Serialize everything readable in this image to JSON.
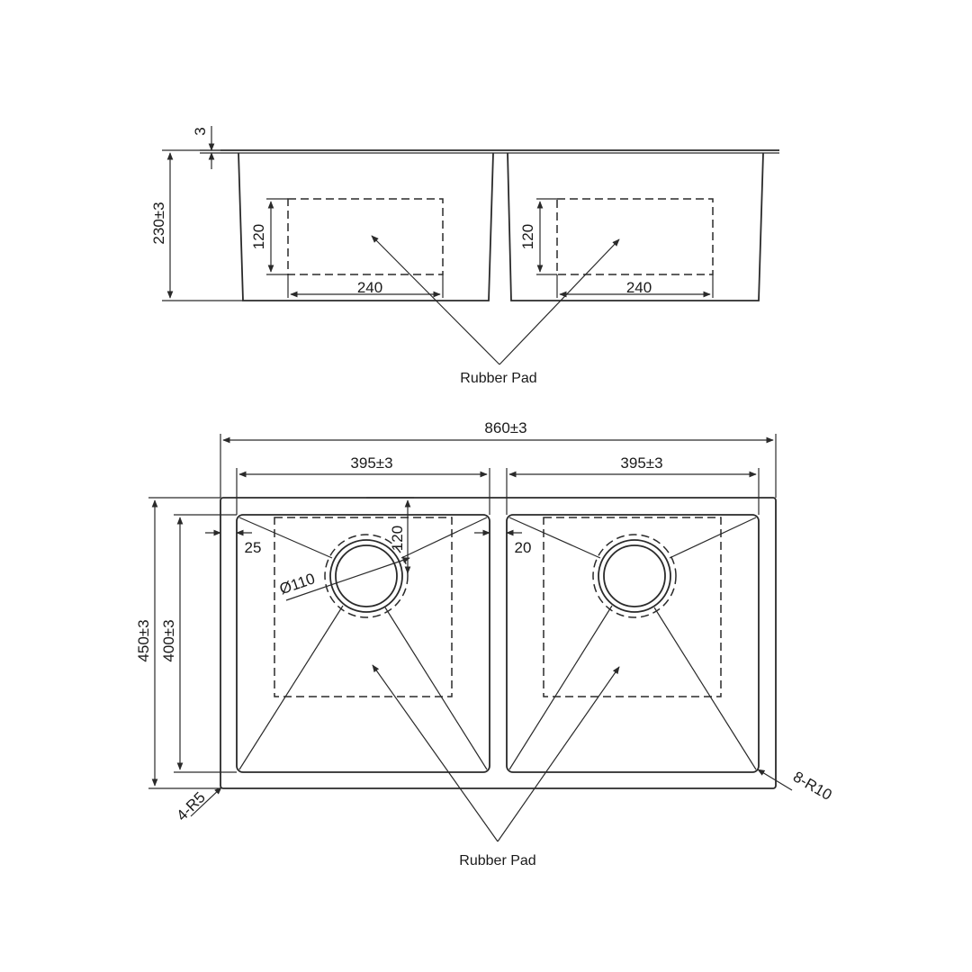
{
  "side_view": {
    "rim_thickness": "3",
    "depth": "230±3",
    "left_pad_height": "120",
    "left_pad_width": "240",
    "right_pad_height": "120",
    "right_pad_width": "240",
    "pad_callout": "Rubber Pad"
  },
  "top_view": {
    "overall_width": "860±3",
    "left_bowl_width": "395±3",
    "right_bowl_width": "395±3",
    "drain_offset": "120",
    "drain_diameter": "Ø110",
    "left_margin": "25",
    "divider_gap": "20",
    "overall_depth": "450±3",
    "bowl_depth": "400±3",
    "outer_radius": "4-R5",
    "inner_radius": "8-R10",
    "pad_callout": "Rubber Pad"
  }
}
